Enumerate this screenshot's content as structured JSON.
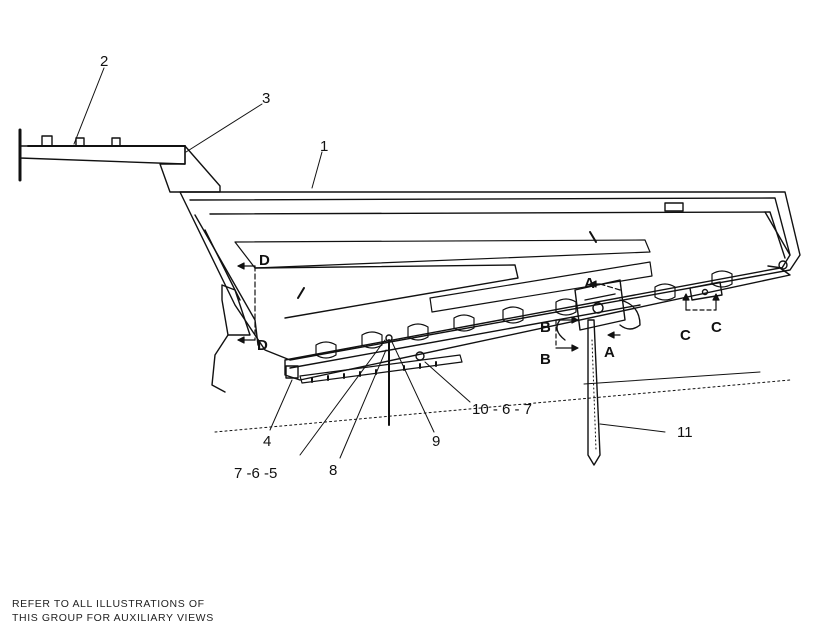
{
  "callouts": {
    "c1": "1",
    "c2": "2",
    "c3": "3",
    "c4": "4",
    "c7_6_5": "7 -6 -5",
    "c8": "8",
    "c9": "9",
    "c10_6_7": "10 - 6 - 7",
    "c11": "11"
  },
  "sections": {
    "a": "A",
    "b": "B",
    "c": "C",
    "d": "D"
  },
  "note": {
    "line1": "REFER TO ALL ILLUSTRATIONS OF",
    "line2": "THIS GROUP FOR AUXILIARY VIEWS"
  },
  "colors": {
    "ink": "#111111",
    "paper": "#ffffff"
  }
}
